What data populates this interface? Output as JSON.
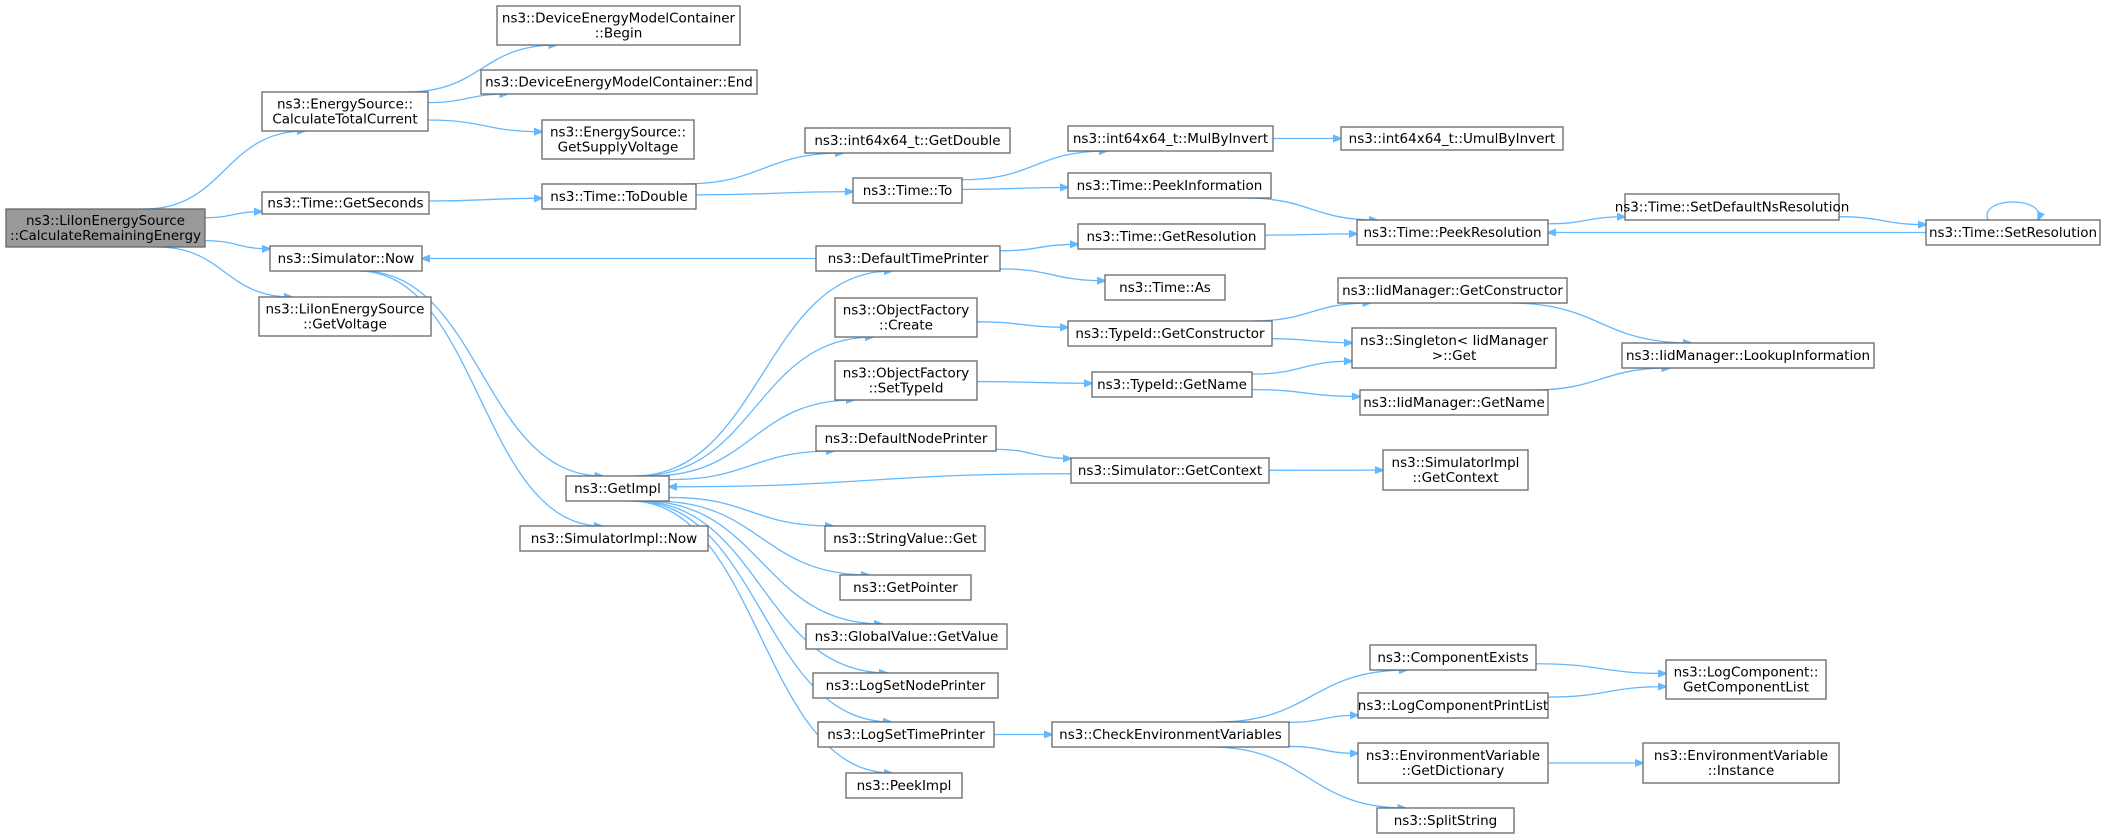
{
  "graph": {
    "colors": {
      "edge": "#63b8ff",
      "node_border": "#666666",
      "root_fill": "#999999",
      "node_fill": "#ffffff"
    },
    "nodes": [
      {
        "id": "root",
        "lines": [
          "ns3::LiIonEnergySource",
          "::CalculateRemainingEnergy"
        ]
      },
      {
        "id": "es_ctc",
        "lines": [
          "ns3::EnergySource::",
          "CalculateTotalCurrent"
        ]
      },
      {
        "id": "demc_begin",
        "lines": [
          "ns3::DeviceEnergyModelContainer",
          "::Begin"
        ]
      },
      {
        "id": "demc_end",
        "lines": [
          "ns3::DeviceEnergyModelContainer::End"
        ]
      },
      {
        "id": "es_gsv",
        "lines": [
          "ns3::EnergySource::",
          "GetSupplyVoltage"
        ]
      },
      {
        "id": "time_getseconds",
        "lines": [
          "ns3::Time::GetSeconds"
        ]
      },
      {
        "id": "time_todouble",
        "lines": [
          "ns3::Time::ToDouble"
        ]
      },
      {
        "id": "i64_getdouble",
        "lines": [
          "ns3::int64x64_t::GetDouble"
        ]
      },
      {
        "id": "time_to",
        "lines": [
          "ns3::Time::To"
        ]
      },
      {
        "id": "i64_mulbyinvert",
        "lines": [
          "ns3::int64x64_t::MulByInvert"
        ]
      },
      {
        "id": "i64_umulbyinvert",
        "lines": [
          "ns3::int64x64_t::UmulByInvert"
        ]
      },
      {
        "id": "time_peekinfo",
        "lines": [
          "ns3::Time::PeekInformation"
        ]
      },
      {
        "id": "time_peekres",
        "lines": [
          "ns3::Time::PeekResolution"
        ]
      },
      {
        "id": "time_setdefns",
        "lines": [
          "ns3::Time::SetDefaultNsResolution"
        ]
      },
      {
        "id": "time_setres",
        "lines": [
          "ns3::Time::SetResolution"
        ]
      },
      {
        "id": "sim_now",
        "lines": [
          "ns3::Simulator::Now"
        ]
      },
      {
        "id": "default_time_printer",
        "lines": [
          "ns3::DefaultTimePrinter"
        ]
      },
      {
        "id": "time_getres",
        "lines": [
          "ns3::Time::GetResolution"
        ]
      },
      {
        "id": "time_as",
        "lines": [
          "ns3::Time::As"
        ]
      },
      {
        "id": "lies_getvoltage",
        "lines": [
          "ns3::LiIonEnergySource",
          "::GetVoltage"
        ]
      },
      {
        "id": "of_create",
        "lines": [
          "ns3::ObjectFactory",
          "::Create"
        ]
      },
      {
        "id": "tid_getconstructor",
        "lines": [
          "ns3::TypeId::GetConstructor"
        ]
      },
      {
        "id": "iid_getconstructor",
        "lines": [
          "ns3::IidManager::GetConstructor"
        ]
      },
      {
        "id": "singleton_get",
        "lines": [
          "ns3::Singleton< IidManager",
          ">::Get"
        ]
      },
      {
        "id": "iid_lookup",
        "lines": [
          "ns3::IidManager::LookupInformation"
        ]
      },
      {
        "id": "of_settypeid",
        "lines": [
          "ns3::ObjectFactory",
          "::SetTypeId"
        ]
      },
      {
        "id": "tid_getname",
        "lines": [
          "ns3::TypeId::GetName"
        ]
      },
      {
        "id": "iid_getname",
        "lines": [
          "ns3::IidManager::GetName"
        ]
      },
      {
        "id": "default_node_printer",
        "lines": [
          "ns3::DefaultNodePrinter"
        ]
      },
      {
        "id": "getimpl",
        "lines": [
          "ns3::GetImpl"
        ]
      },
      {
        "id": "sim_getcontext",
        "lines": [
          "ns3::Simulator::GetContext"
        ]
      },
      {
        "id": "simimpl_getcontext",
        "lines": [
          "ns3::SimulatorImpl",
          "::GetContext"
        ]
      },
      {
        "id": "simimpl_now",
        "lines": [
          "ns3::SimulatorImpl::Now"
        ]
      },
      {
        "id": "stringvalue_get",
        "lines": [
          "ns3::StringValue::Get"
        ]
      },
      {
        "id": "getpointer",
        "lines": [
          "ns3::GetPointer"
        ]
      },
      {
        "id": "globalvalue_getvalue",
        "lines": [
          "ns3::GlobalValue::GetValue"
        ]
      },
      {
        "id": "logsetnodeprinter",
        "lines": [
          "ns3::LogSetNodePrinter"
        ]
      },
      {
        "id": "logsettimeprinter",
        "lines": [
          "ns3::LogSetTimePrinter"
        ]
      },
      {
        "id": "checkenvvars",
        "lines": [
          "ns3::CheckEnvironmentVariables"
        ]
      },
      {
        "id": "componentexists",
        "lines": [
          "ns3::ComponentExists"
        ]
      },
      {
        "id": "logcomp_getlist",
        "lines": [
          "ns3::LogComponent::",
          "GetComponentList"
        ]
      },
      {
        "id": "logcomponentprintlist",
        "lines": [
          "ns3::LogComponentPrintList"
        ]
      },
      {
        "id": "envvar_getdict",
        "lines": [
          "ns3::EnvironmentVariable",
          "::GetDictionary"
        ]
      },
      {
        "id": "envvar_instance",
        "lines": [
          "ns3::EnvironmentVariable",
          "::Instance"
        ]
      },
      {
        "id": "splitstring",
        "lines": [
          "ns3::SplitString"
        ]
      },
      {
        "id": "peekimpl",
        "lines": [
          "ns3::PeekImpl"
        ]
      }
    ],
    "edges": [
      [
        "root",
        "es_ctc"
      ],
      [
        "root",
        "time_getseconds"
      ],
      [
        "root",
        "sim_now"
      ],
      [
        "root",
        "lies_getvoltage"
      ],
      [
        "es_ctc",
        "demc_begin"
      ],
      [
        "es_ctc",
        "demc_end"
      ],
      [
        "es_ctc",
        "es_gsv"
      ],
      [
        "time_getseconds",
        "time_todouble"
      ],
      [
        "time_todouble",
        "i64_getdouble"
      ],
      [
        "time_todouble",
        "time_to"
      ],
      [
        "time_to",
        "i64_mulbyinvert"
      ],
      [
        "time_to",
        "time_peekinfo"
      ],
      [
        "i64_mulbyinvert",
        "i64_umulbyinvert"
      ],
      [
        "time_peekinfo",
        "time_peekres"
      ],
      [
        "time_peekres",
        "time_setdefns"
      ],
      [
        "time_setdefns",
        "time_setres"
      ],
      [
        "time_setres",
        "time_peekres"
      ],
      [
        "time_setres",
        "time_setres"
      ],
      [
        "sim_now",
        "getimpl"
      ],
      [
        "sim_now",
        "simimpl_now"
      ],
      [
        "default_time_printer",
        "sim_now"
      ],
      [
        "default_time_printer",
        "time_getres"
      ],
      [
        "default_time_printer",
        "time_as"
      ],
      [
        "time_getres",
        "time_peekres"
      ],
      [
        "getimpl",
        "default_time_printer"
      ],
      [
        "getimpl",
        "of_create"
      ],
      [
        "getimpl",
        "of_settypeid"
      ],
      [
        "getimpl",
        "default_node_printer"
      ],
      [
        "getimpl",
        "stringvalue_get"
      ],
      [
        "getimpl",
        "getpointer"
      ],
      [
        "getimpl",
        "globalvalue_getvalue"
      ],
      [
        "getimpl",
        "logsetnodeprinter"
      ],
      [
        "getimpl",
        "logsettimeprinter"
      ],
      [
        "getimpl",
        "peekimpl"
      ],
      [
        "of_create",
        "tid_getconstructor"
      ],
      [
        "tid_getconstructor",
        "iid_getconstructor"
      ],
      [
        "tid_getconstructor",
        "singleton_get"
      ],
      [
        "iid_getconstructor",
        "iid_lookup"
      ],
      [
        "of_settypeid",
        "tid_getname"
      ],
      [
        "tid_getname",
        "singleton_get"
      ],
      [
        "tid_getname",
        "iid_getname"
      ],
      [
        "iid_getname",
        "iid_lookup"
      ],
      [
        "default_node_printer",
        "sim_getcontext"
      ],
      [
        "sim_getcontext",
        "getimpl"
      ],
      [
        "sim_getcontext",
        "simimpl_getcontext"
      ],
      [
        "logsettimeprinter",
        "checkenvvars"
      ],
      [
        "checkenvvars",
        "componentexists"
      ],
      [
        "checkenvvars",
        "logcomponentprintlist"
      ],
      [
        "checkenvvars",
        "envvar_getdict"
      ],
      [
        "checkenvvars",
        "splitstring"
      ],
      [
        "componentexists",
        "logcomp_getlist"
      ],
      [
        "logcomponentprintlist",
        "logcomp_getlist"
      ],
      [
        "envvar_getdict",
        "envvar_instance"
      ]
    ]
  }
}
